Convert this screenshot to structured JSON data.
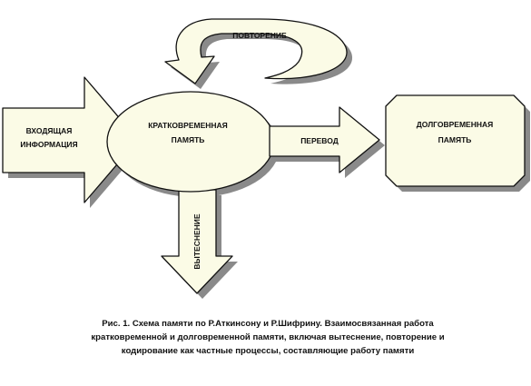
{
  "diagram": {
    "repetition_label": "ПОВТОРЕНИЕ",
    "input_label_line1": "ВХОДЯЩАЯ",
    "input_label_line2": "ИНФОРМАЦИЯ",
    "stm_label_line1": "КРАТКОВРЕМЕННАЯ",
    "stm_label_line2": "ПАМЯТЬ",
    "transfer_label": "ПЕРЕВОД",
    "ltm_label_line1": "ДОЛГОВРЕМЕННАЯ",
    "ltm_label_line2": "ПАМЯТЬ",
    "displacement_label": "ВЫТЕСНЕНИЕ",
    "fill_color": "#fbfbe6",
    "shadow_color": "#8a8a8a",
    "stroke_color": "#111111"
  },
  "caption": {
    "line1": "Рис. 1. Схема памяти по Р.Аткинсону и Р.Шифрину. Взаимосвязанная работа",
    "line2": "кратковременной и долговременной памяти, включая вытеснение, повторение и",
    "line3": "кодирование как частные процессы, составляющие работу памяти"
  }
}
